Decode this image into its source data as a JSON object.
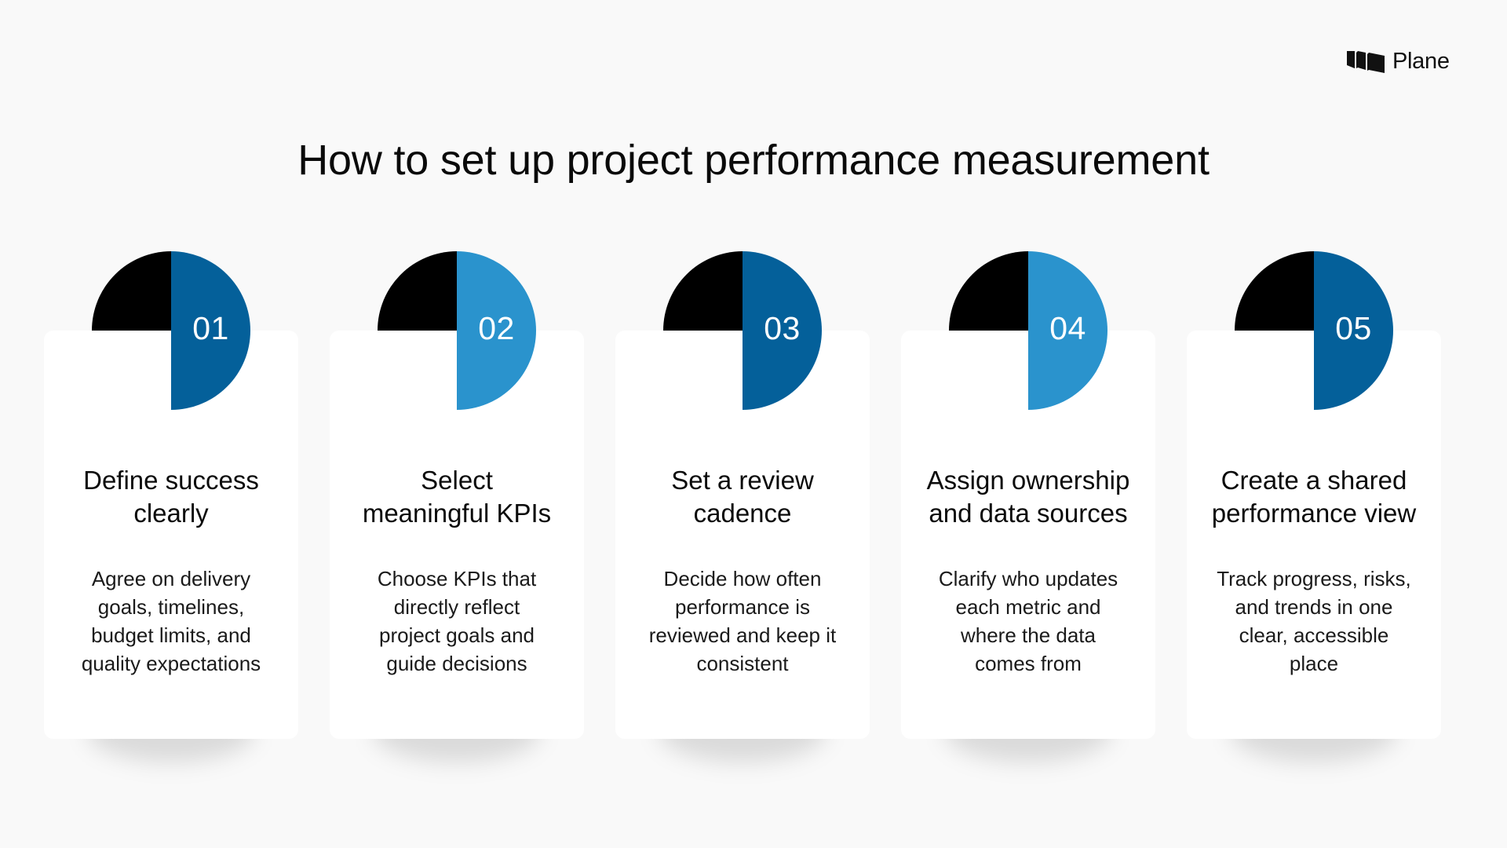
{
  "brand": {
    "name": "Plane",
    "icon": "plane-logo-icon"
  },
  "header": {
    "title": "How to set up project performance measurement"
  },
  "colors": {
    "background": "#F9F9F9",
    "card": "#FFFFFF",
    "dark_blue": "#04609A",
    "light_blue": "#2A93CD",
    "black": "#000000"
  },
  "steps": [
    {
      "number": "01",
      "accent": "#04609A",
      "title_lines": [
        "Define success",
        "clearly"
      ],
      "body_lines": [
        "Agree on delivery",
        "goals, timelines,",
        "budget limits, and",
        "quality expectations"
      ]
    },
    {
      "number": "02",
      "accent": "#2A93CD",
      "title_lines": [
        "Select",
        "meaningful KPIs"
      ],
      "body_lines": [
        "Choose KPIs that",
        "directly reflect",
        "project goals and",
        "guide decisions"
      ]
    },
    {
      "number": "03",
      "accent": "#04609A",
      "title_lines": [
        "Set a review",
        "cadence"
      ],
      "body_lines": [
        "Decide how often",
        "performance is",
        "reviewed and keep it",
        "consistent"
      ]
    },
    {
      "number": "04",
      "accent": "#2A93CD",
      "title_lines": [
        "Assign ownership",
        "and data sources"
      ],
      "body_lines": [
        "Clarify who updates",
        "each metric and",
        "where the data",
        "comes from"
      ]
    },
    {
      "number": "05",
      "accent": "#04609A",
      "title_lines": [
        "Create a shared",
        "performance view"
      ],
      "body_lines": [
        "Track progress, risks,",
        "and trends in one",
        "clear, accessible",
        "place"
      ]
    }
  ]
}
